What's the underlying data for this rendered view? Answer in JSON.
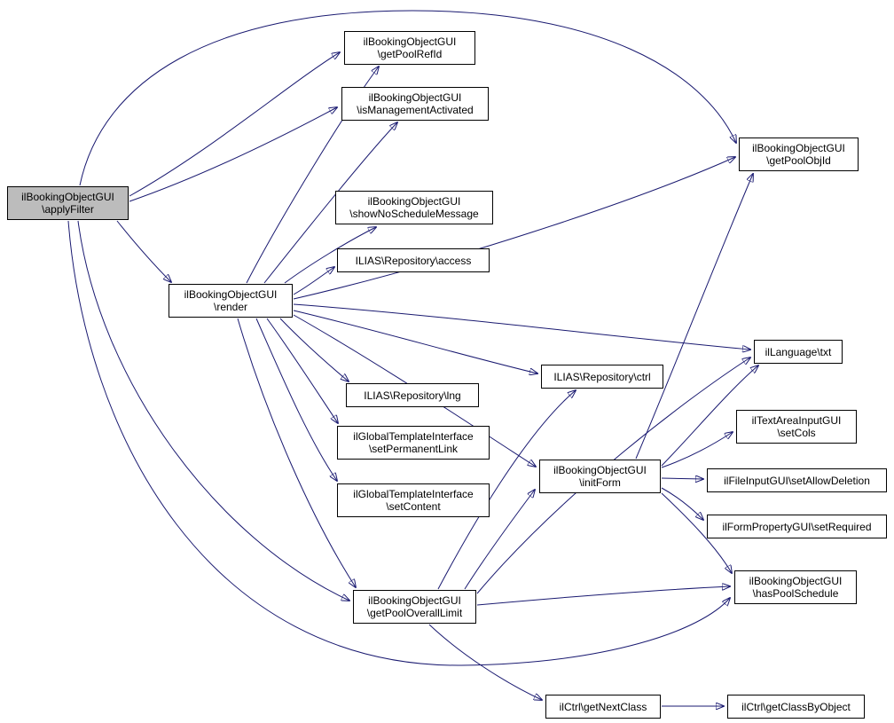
{
  "diagram": {
    "type": "call-graph",
    "background_color": "#ffffff",
    "edge_color": "#191970",
    "node_border_color": "#000000",
    "highlighted_node_fill": "#bcbcbc"
  },
  "nodes": [
    {
      "id": "applyFilter",
      "line1": "ilBookingObjectGUI",
      "line2": "\\applyFilter",
      "highlighted": true
    },
    {
      "id": "getPoolRefId",
      "line1": "ilBookingObjectGUI",
      "line2": "\\getPoolRefId"
    },
    {
      "id": "isManagementActivated",
      "line1": "ilBookingObjectGUI",
      "line2": "\\isManagementActivated"
    },
    {
      "id": "getPoolObjId",
      "line1": "ilBookingObjectGUI",
      "line2": "\\getPoolObjId"
    },
    {
      "id": "showNoScheduleMessage",
      "line1": "ilBookingObjectGUI",
      "line2": "\\showNoScheduleMessage"
    },
    {
      "id": "access",
      "line1": "ILIAS\\Repository\\access"
    },
    {
      "id": "render",
      "line1": "ilBookingObjectGUI",
      "line2": "\\render"
    },
    {
      "id": "txt",
      "line1": "ilLanguage\\txt"
    },
    {
      "id": "ctrl",
      "line1": "ILIAS\\Repository\\ctrl"
    },
    {
      "id": "lng",
      "line1": "ILIAS\\Repository\\lng"
    },
    {
      "id": "setPermanentLink",
      "line1": "ilGlobalTemplateInterface",
      "line2": "\\setPermanentLink"
    },
    {
      "id": "setContent",
      "line1": "ilGlobalTemplateInterface",
      "line2": "\\setContent"
    },
    {
      "id": "setCols",
      "line1": "ilTextAreaInputGUI",
      "line2": "\\setCols"
    },
    {
      "id": "initForm",
      "line1": "ilBookingObjectGUI",
      "line2": "\\initForm"
    },
    {
      "id": "setAllowDeletion",
      "line1": "ilFileInputGUI\\setAllowDeletion"
    },
    {
      "id": "setRequired",
      "line1": "ilFormPropertyGUI\\setRequired"
    },
    {
      "id": "hasPoolSchedule",
      "line1": "ilBookingObjectGUI",
      "line2": "\\hasPoolSchedule"
    },
    {
      "id": "getPoolOverallLimit",
      "line1": "ilBookingObjectGUI",
      "line2": "\\getPoolOverallLimit"
    },
    {
      "id": "getNextClass",
      "line1": "ilCtrl\\getNextClass"
    },
    {
      "id": "getClassByObject",
      "line1": "ilCtrl\\getClassByObject"
    }
  ],
  "edges": [
    {
      "from": "applyFilter",
      "to": "getPoolRefId"
    },
    {
      "from": "applyFilter",
      "to": "isManagementActivated"
    },
    {
      "from": "applyFilter",
      "to": "getPoolObjId"
    },
    {
      "from": "applyFilter",
      "to": "render"
    },
    {
      "from": "applyFilter",
      "to": "getPoolOverallLimit"
    },
    {
      "from": "applyFilter",
      "to": "hasPoolSchedule"
    },
    {
      "from": "render",
      "to": "getPoolRefId"
    },
    {
      "from": "render",
      "to": "isManagementActivated"
    },
    {
      "from": "render",
      "to": "showNoScheduleMessage"
    },
    {
      "from": "render",
      "to": "access"
    },
    {
      "from": "render",
      "to": "getPoolObjId"
    },
    {
      "from": "render",
      "to": "txt"
    },
    {
      "from": "render",
      "to": "ctrl"
    },
    {
      "from": "render",
      "to": "lng"
    },
    {
      "from": "render",
      "to": "setPermanentLink"
    },
    {
      "from": "render",
      "to": "setContent"
    },
    {
      "from": "render",
      "to": "getPoolOverallLimit"
    },
    {
      "from": "render",
      "to": "initForm"
    },
    {
      "from": "getPoolOverallLimit",
      "to": "ctrl"
    },
    {
      "from": "getPoolOverallLimit",
      "to": "txt"
    },
    {
      "from": "getPoolOverallLimit",
      "to": "hasPoolSchedule"
    },
    {
      "from": "getPoolOverallLimit",
      "to": "initForm"
    },
    {
      "from": "getPoolOverallLimit",
      "to": "getNextClass"
    },
    {
      "from": "initForm",
      "to": "getPoolObjId"
    },
    {
      "from": "initForm",
      "to": "txt"
    },
    {
      "from": "initForm",
      "to": "setCols"
    },
    {
      "from": "initForm",
      "to": "setAllowDeletion"
    },
    {
      "from": "initForm",
      "to": "setRequired"
    },
    {
      "from": "initForm",
      "to": "hasPoolSchedule"
    },
    {
      "from": "getNextClass",
      "to": "getClassByObject"
    }
  ]
}
